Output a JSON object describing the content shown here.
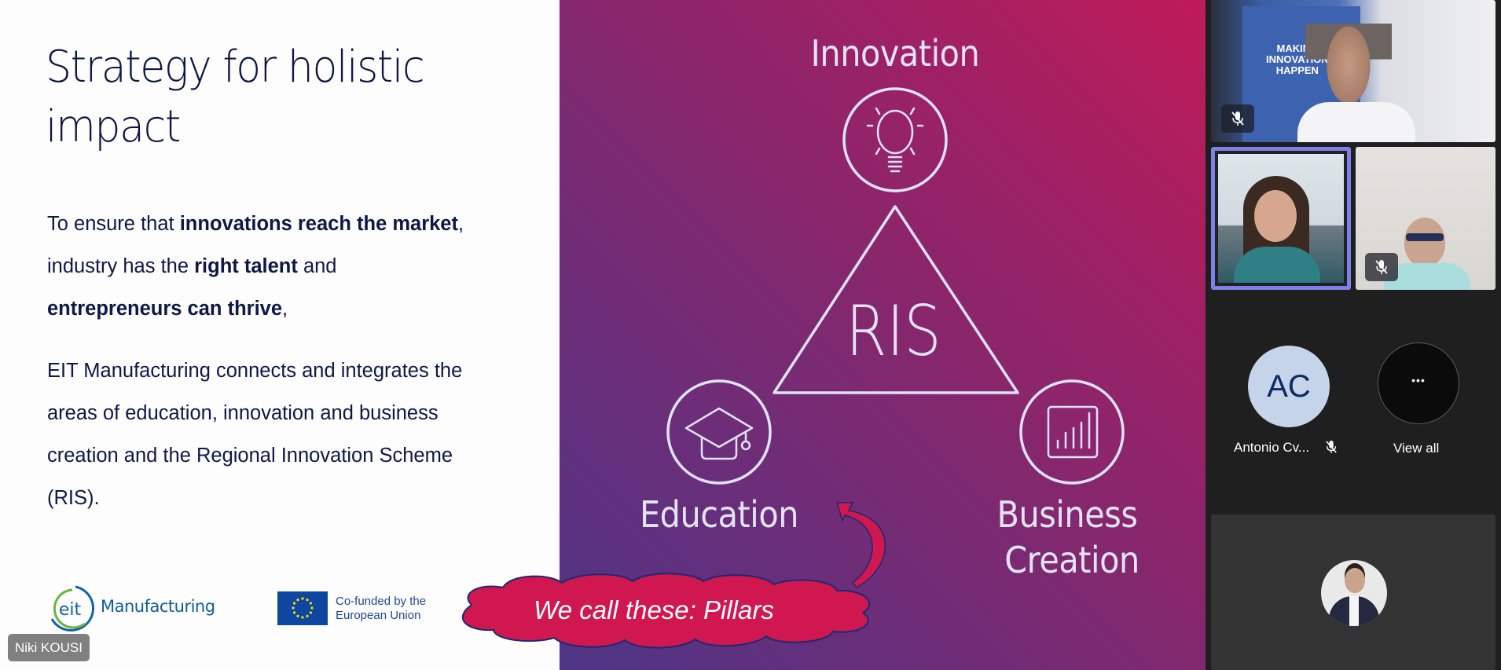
{
  "slide": {
    "title_lines": [
      "Strategy for holistic",
      "impact"
    ],
    "paragraph1": {
      "line1": {
        "pre": "To ensure that ",
        "bold": "innovations reach the market",
        "post": ","
      },
      "line2": {
        "pre": "industry has the ",
        "bold": "right talent",
        "post": " and"
      },
      "line3": {
        "bold": "entrepreneurs can thrive",
        "post": ","
      }
    },
    "paragraph2_lines": [
      "EIT Manufacturing connects and integrates the",
      "areas of education, innovation and business",
      "creation and the Regional Innovation Scheme",
      "(RIS)."
    ],
    "logos": {
      "eit_mark": "eit",
      "eit_word": "Manufacturing",
      "eu_text_line1": "Co-funded by the",
      "eu_text_line2": "European Union"
    },
    "diagram": {
      "top_label": "Innovation",
      "center_label": "RIS",
      "left_label": "Education",
      "right_label_line1": "Business",
      "right_label_line2": "Creation",
      "icons": [
        "lightbulb-icon",
        "graduation-cap-icon",
        "bar-chart-icon"
      ]
    },
    "callout": {
      "text": "We call these: Pillars"
    },
    "colors": {
      "title": "#0c1642",
      "gradient_top_right": "#be1b58",
      "gradient_bottom_left": "#4e3587",
      "diagram_stroke": "#dfe3f7",
      "callout_fill": "#d0174f",
      "callout_stroke": "#1c2a6e"
    }
  },
  "presenter_name_tag": "Niki KOUSI",
  "participants": {
    "tiles": [
      {
        "id": "top",
        "muted": true,
        "video": true
      },
      {
        "id": "active-speaker",
        "muted": false,
        "video": true,
        "active": true
      },
      {
        "id": "right",
        "muted": true,
        "video": true
      }
    ],
    "avatar": {
      "initials": "AC",
      "name": "Antonio Cv...",
      "muted": true
    },
    "view_all": {
      "label": "View all",
      "icon": "more-icon",
      "glyph": "•••"
    },
    "bottom_tile": {
      "type": "profile-photo"
    },
    "colors": {
      "panel_bg": "#1f1f1f",
      "active_border": "#7b80ea",
      "avatar_bg": "#c5d4e8",
      "avatar_text": "#0b2a66"
    }
  }
}
